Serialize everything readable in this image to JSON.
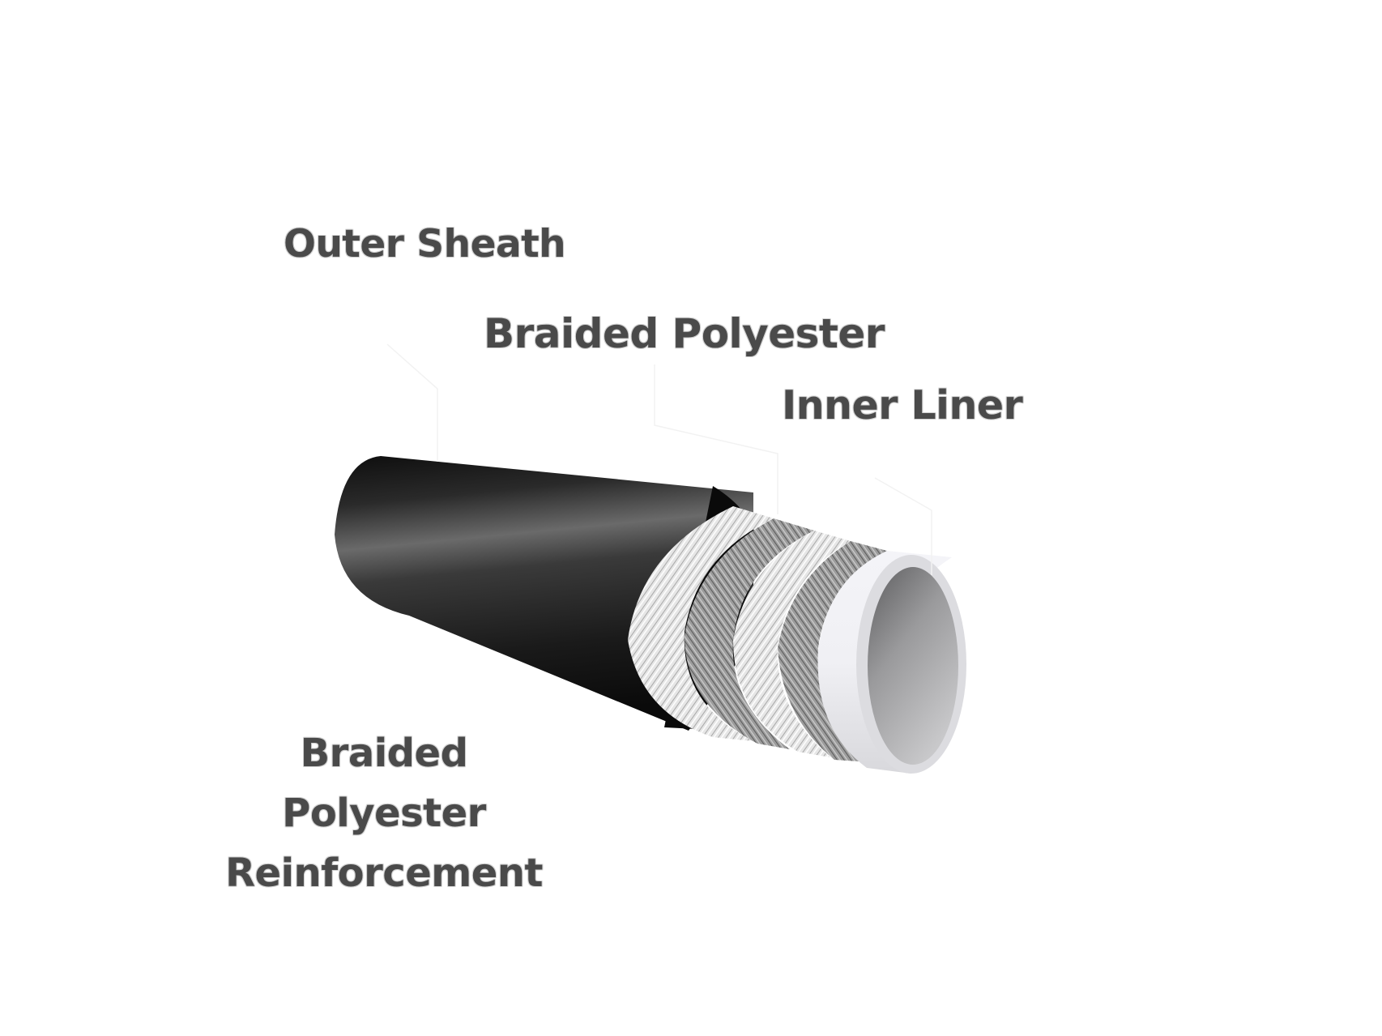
{
  "diagram": {
    "subject": "Layered hose cross-section",
    "background_color": "#ffffff",
    "label_color": "#4a4a4a",
    "labels": {
      "outer_sheath": "Outer Sheath",
      "braided_polyester": "Braided Polyester",
      "inner_liner": "Inner Liner",
      "reinforcement": {
        "line1": "Braided",
        "line2": "Polyester",
        "line3": "Reinforcement"
      }
    },
    "layers": [
      {
        "name": "Outer Sheath",
        "color": "#1e1e1e"
      },
      {
        "name": "Braided Polyester Reinforcement",
        "color": "#d9d9d9"
      },
      {
        "name": "Braided Polyester",
        "color": "#9a9a9a"
      },
      {
        "name": "Inner Liner",
        "color": "#eeeef2"
      }
    ]
  }
}
